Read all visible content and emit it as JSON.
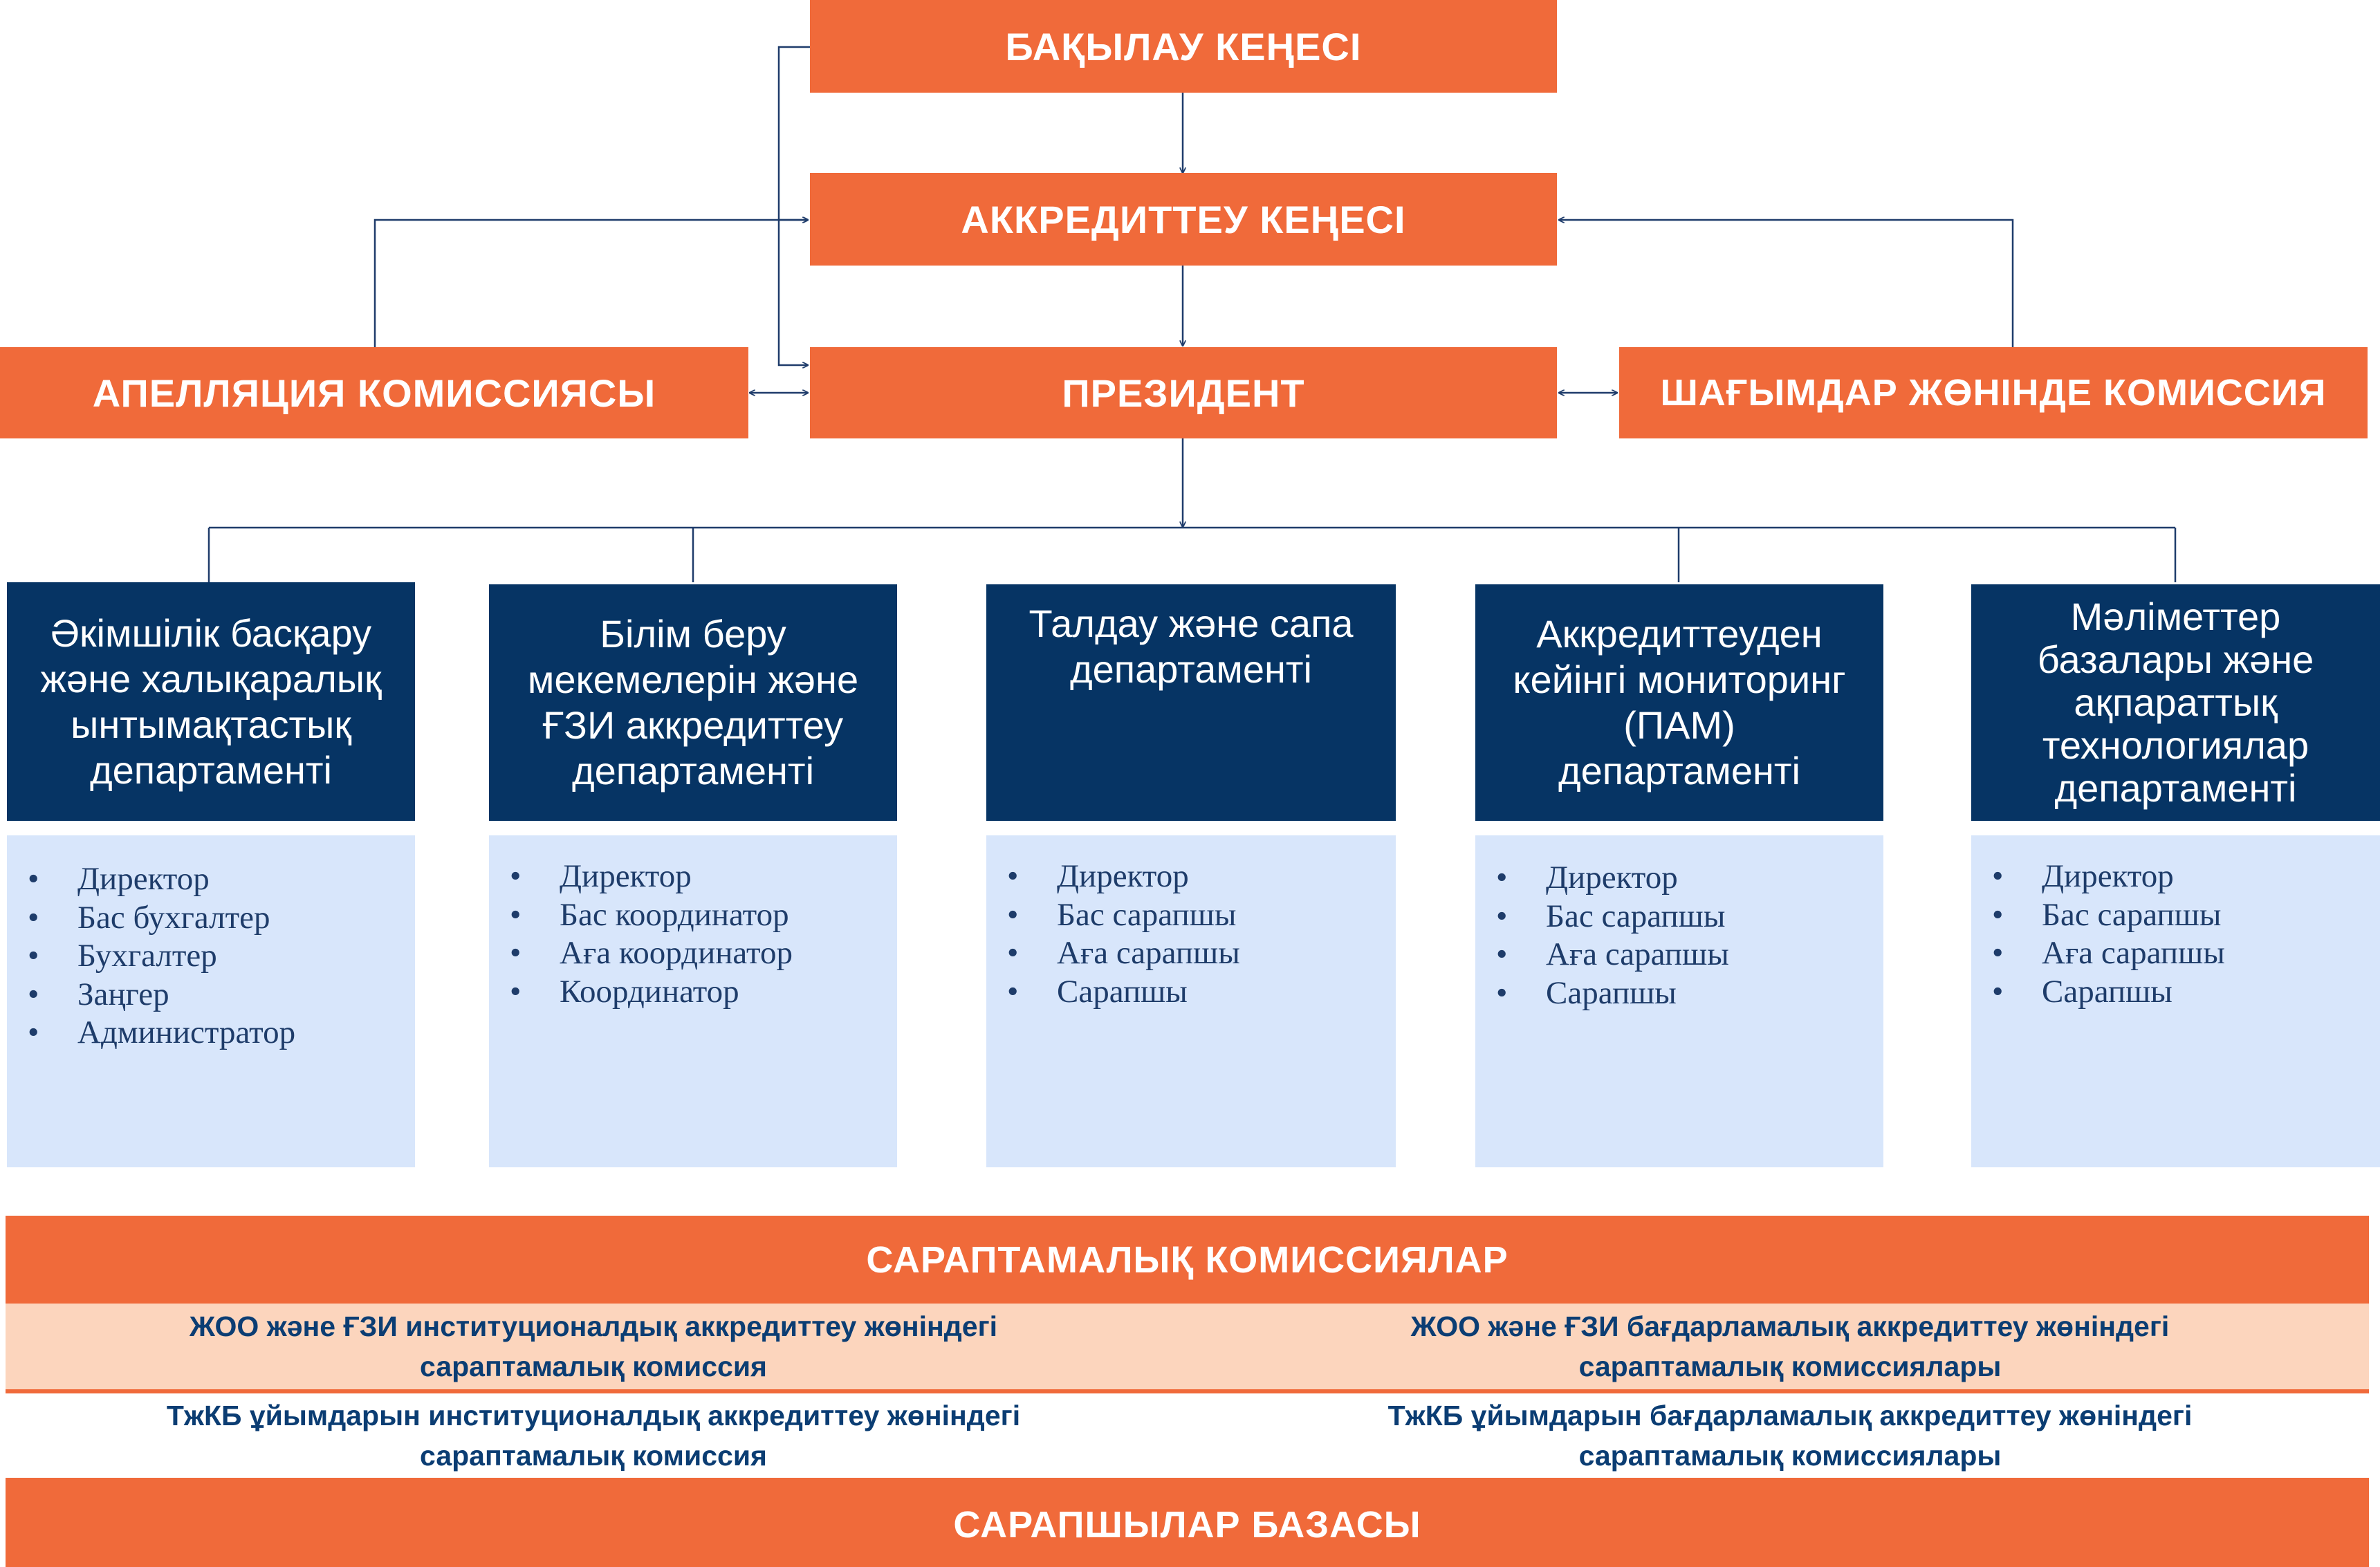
{
  "top": {
    "supervisory_board": "БАҚЫЛАУ КЕҢЕСІ",
    "accreditation_council": "АККРЕДИТТЕУ КЕҢЕСІ",
    "president": "ПРЕЗИДЕНТ",
    "appeals_commission": "АПЕЛЛЯЦИЯ КОМИССИЯСЫ",
    "complaints_commission": "ШАҒЫМДАР ЖӨНІНДЕ КОМИССИЯ"
  },
  "departments": [
    {
      "title": "Әкімшілік басқару және халықаралық ынтымақтастық департаменті",
      "lines": [
        "Әкімшілік басқару",
        "және халықаралық",
        "ынтымақтастық",
        "департаменті"
      ],
      "staff": [
        "Директор",
        "Бас бухгалтер",
        "Бухгалтер",
        "Заңгер",
        "Администратор"
      ]
    },
    {
      "title": "Білім беру мекемелерін және ҒЗИ аккредиттеу департаменті",
      "lines": [
        "Білім беру",
        "мекемелерін және",
        "ҒЗИ аккредиттеу",
        "департаменті"
      ],
      "staff": [
        "Директор",
        "Бас координатор",
        "Аға координатор",
        "Координатор"
      ]
    },
    {
      "title": "Талдау және сапа департаменті",
      "lines": [
        "Талдау және сапа",
        "департаменті"
      ],
      "staff": [
        "Директор",
        "Бас сарапшы",
        "Аға сарапшы",
        "Сарапшы"
      ]
    },
    {
      "title": "Аккредиттеуден кейінгі мониторинг (ПАМ) департаменті",
      "lines": [
        "Аккредиттеуден",
        "кейінгі мониторинг",
        "(ПАМ)",
        "департаменті"
      ],
      "staff": [
        "Директор",
        "Бас сарапшы",
        "Аға сарапшы",
        "Сарапшы"
      ]
    },
    {
      "title": "Мәліметтер базалары және ақпараттық технологиялар департаменті",
      "lines": [
        "Мәліметтер",
        "базалары және",
        "ақпараттық",
        "технологиялар",
        "департаменті"
      ],
      "staff": [
        "Директор",
        "Бас сарапшы",
        "Аға сарапшы",
        "Сарапшы"
      ]
    }
  ],
  "expert_commissions": {
    "title": "САРАПТАМАЛЫҚ КОМИССИЯЛАР",
    "rows": [
      {
        "left": "ЖОО және ҒЗИ институционалдық аккредиттеу жөніндегі сараптамалық комиссия",
        "right": "ЖОО және ҒЗИ бағдарламалық аккредиттеу жөніндегі сараптамалық комиссиялары"
      },
      {
        "left": "ТжКБ ұйымдарын институционалдық аккредиттеу жөніндегі сараптамалық комиссия",
        "right": "ТжКБ ұйымдарын бағдарламалық аккредиттеу жөніндегі сараптамалық комиссиялары"
      }
    ]
  },
  "expert_base": "САРАПШЫЛАР БАЗАСЫ",
  "colors": {
    "orange": "#f06a3a",
    "navy": "#063464",
    "list_bg": "#d8e6fb",
    "peach": "#fcd5bd",
    "line": "#1f3c6b"
  }
}
